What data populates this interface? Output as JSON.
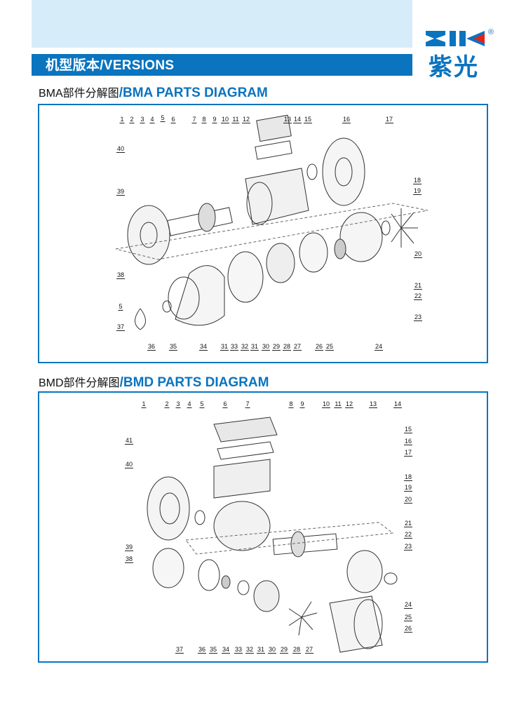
{
  "header": {
    "versions_title": "机型版本/VERSIONS"
  },
  "logo": {
    "mark": "ZIK",
    "cn": "紫光",
    "registered": "®"
  },
  "bma": {
    "title_cn": "BMA部件分解图",
    "title_en": "/BMA PARTS DIAGRAM",
    "labels": [
      "1",
      "2",
      "3",
      "4",
      "5",
      "6",
      "7",
      "8",
      "9",
      "10",
      "11",
      "12",
      "13",
      "14",
      "15",
      "16",
      "17",
      "40",
      "39",
      "18",
      "19",
      "20",
      "21",
      "22",
      "23",
      "38",
      "5",
      "37",
      "36",
      "35",
      "34",
      "31",
      "33",
      "32",
      "31",
      "30",
      "29",
      "28",
      "27",
      "26",
      "25",
      "24"
    ]
  },
  "bmd": {
    "title_cn": "BMD部件分解图",
    "title_en": "/BMD PARTS DIAGRAM",
    "labels": [
      "1",
      "2",
      "3",
      "4",
      "5",
      "6",
      "7",
      "8",
      "9",
      "10",
      "11",
      "12",
      "13",
      "14",
      "15",
      "16",
      "17",
      "18",
      "19",
      "20",
      "21",
      "22",
      "23",
      "24",
      "25",
      "26",
      "41",
      "40",
      "39",
      "38",
      "37",
      "36",
      "35",
      "34",
      "33",
      "32",
      "31",
      "30",
      "29",
      "28",
      "27"
    ]
  },
  "colors": {
    "brand_blue": "#0a74bf",
    "light_band": "#d6ecf9",
    "logo_red": "#e2231a"
  }
}
